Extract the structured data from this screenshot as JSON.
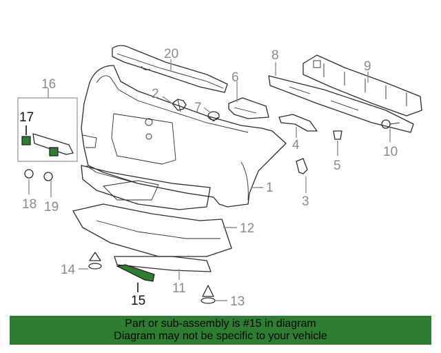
{
  "callouts": [
    {
      "id": "1",
      "label": "1",
      "highlight": false
    },
    {
      "id": "2",
      "label": "2",
      "highlight": false
    },
    {
      "id": "3",
      "label": "3",
      "highlight": false
    },
    {
      "id": "4",
      "label": "4",
      "highlight": false
    },
    {
      "id": "5",
      "label": "5",
      "highlight": false
    },
    {
      "id": "6",
      "label": "6",
      "highlight": false
    },
    {
      "id": "7",
      "label": "7",
      "highlight": false
    },
    {
      "id": "8",
      "label": "8",
      "highlight": false
    },
    {
      "id": "9",
      "label": "9",
      "highlight": false
    },
    {
      "id": "10",
      "label": "10",
      "highlight": false
    },
    {
      "id": "11",
      "label": "11",
      "highlight": false
    },
    {
      "id": "12",
      "label": "12",
      "highlight": false
    },
    {
      "id": "13",
      "label": "13",
      "highlight": false
    },
    {
      "id": "14",
      "label": "14",
      "highlight": false
    },
    {
      "id": "15",
      "label": "15",
      "highlight": true
    },
    {
      "id": "16",
      "label": "16",
      "highlight": false
    },
    {
      "id": "17",
      "label": "17",
      "highlight": true
    },
    {
      "id": "18",
      "label": "18",
      "highlight": false
    },
    {
      "id": "19",
      "label": "19",
      "highlight": false
    },
    {
      "id": "20",
      "label": "20",
      "highlight": false
    }
  ],
  "banner": {
    "line1": "Part or sub-assembly is #15 in diagram",
    "line2": "Diagram may not be specific to your vehicle"
  },
  "colors": {
    "highlight": "#2e7d32",
    "callout_text": "#8a8a8a",
    "callout_highlight_text": "#111111",
    "line_art": "#2b2b2b"
  }
}
